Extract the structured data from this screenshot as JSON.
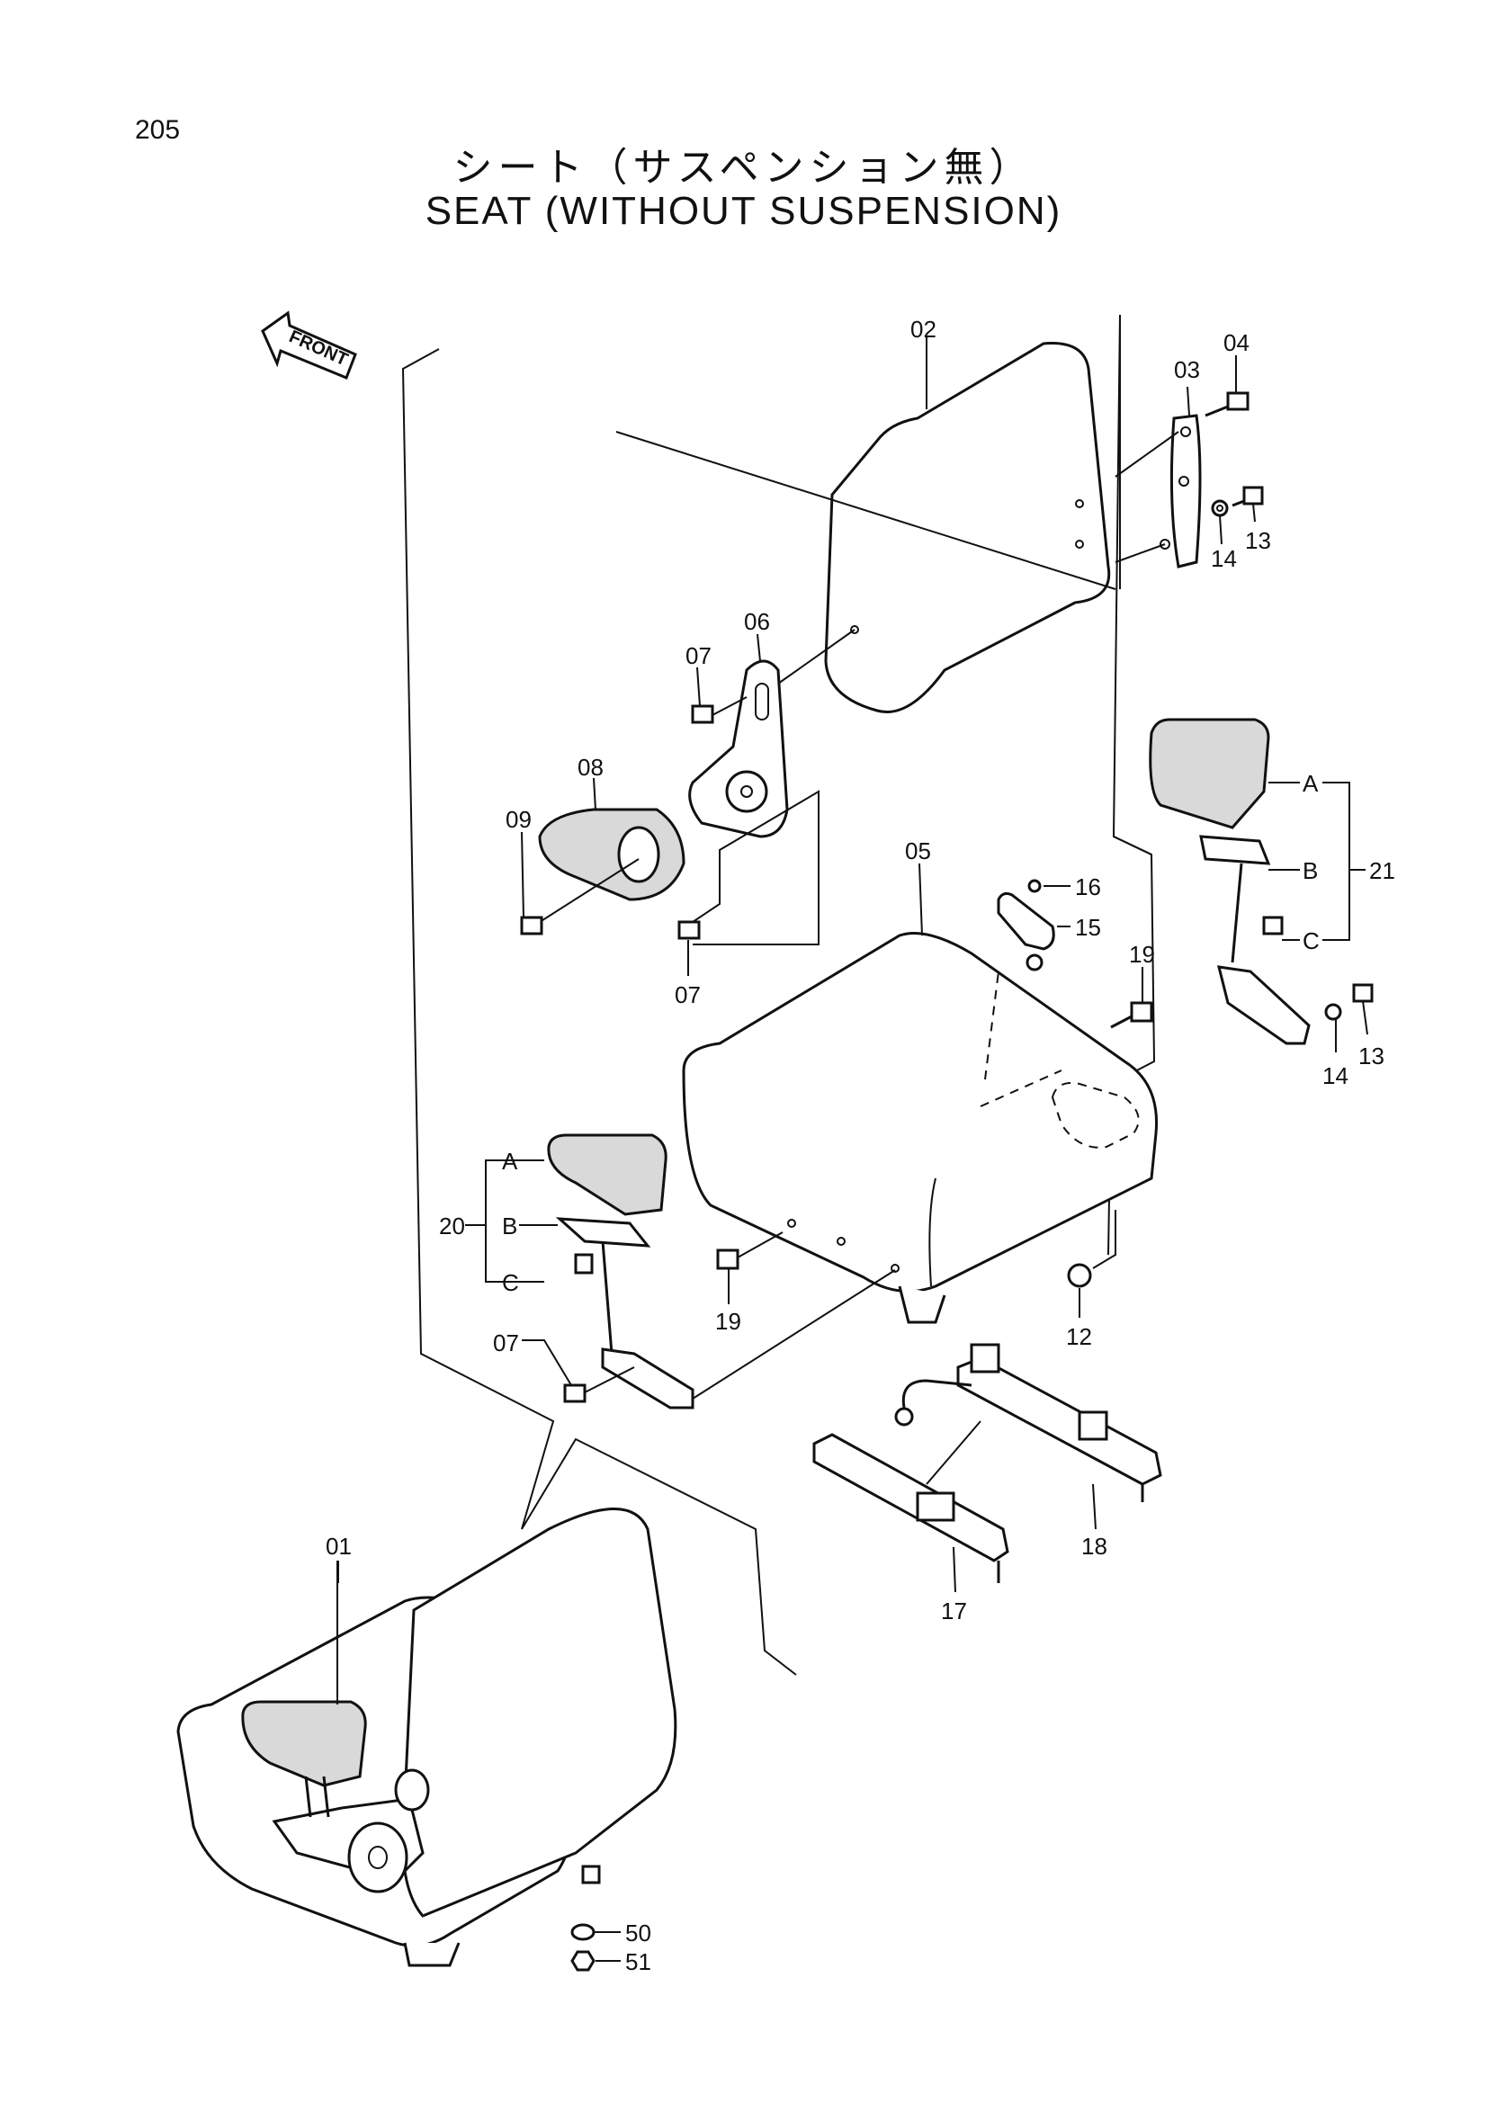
{
  "page": {
    "number": "205",
    "title_jp": "シート（サスペンション無）",
    "title_en": "SEAT (WITHOUT SUSPENSION)"
  },
  "orientation": {
    "front_label": "FRONT"
  },
  "callouts": {
    "c01": "01",
    "c02": "02",
    "c03": "03",
    "c04": "04",
    "c05": "05",
    "c06": "06",
    "c07a": "07",
    "c07b": "07",
    "c07c": "07",
    "c08": "08",
    "c09": "09",
    "c12": "12",
    "c13a": "13",
    "c13b": "13",
    "c14a": "14",
    "c14b": "14",
    "c15": "15",
    "c16": "16",
    "c17": "17",
    "c18": "18",
    "c19a": "19",
    "c19b": "19",
    "c20": "20",
    "c21": "21",
    "c50": "50",
    "c51": "51"
  },
  "subparts": {
    "a20": "A",
    "b20": "B",
    "c20": "C",
    "a21": "A",
    "b21": "B",
    "c21": "C"
  }
}
